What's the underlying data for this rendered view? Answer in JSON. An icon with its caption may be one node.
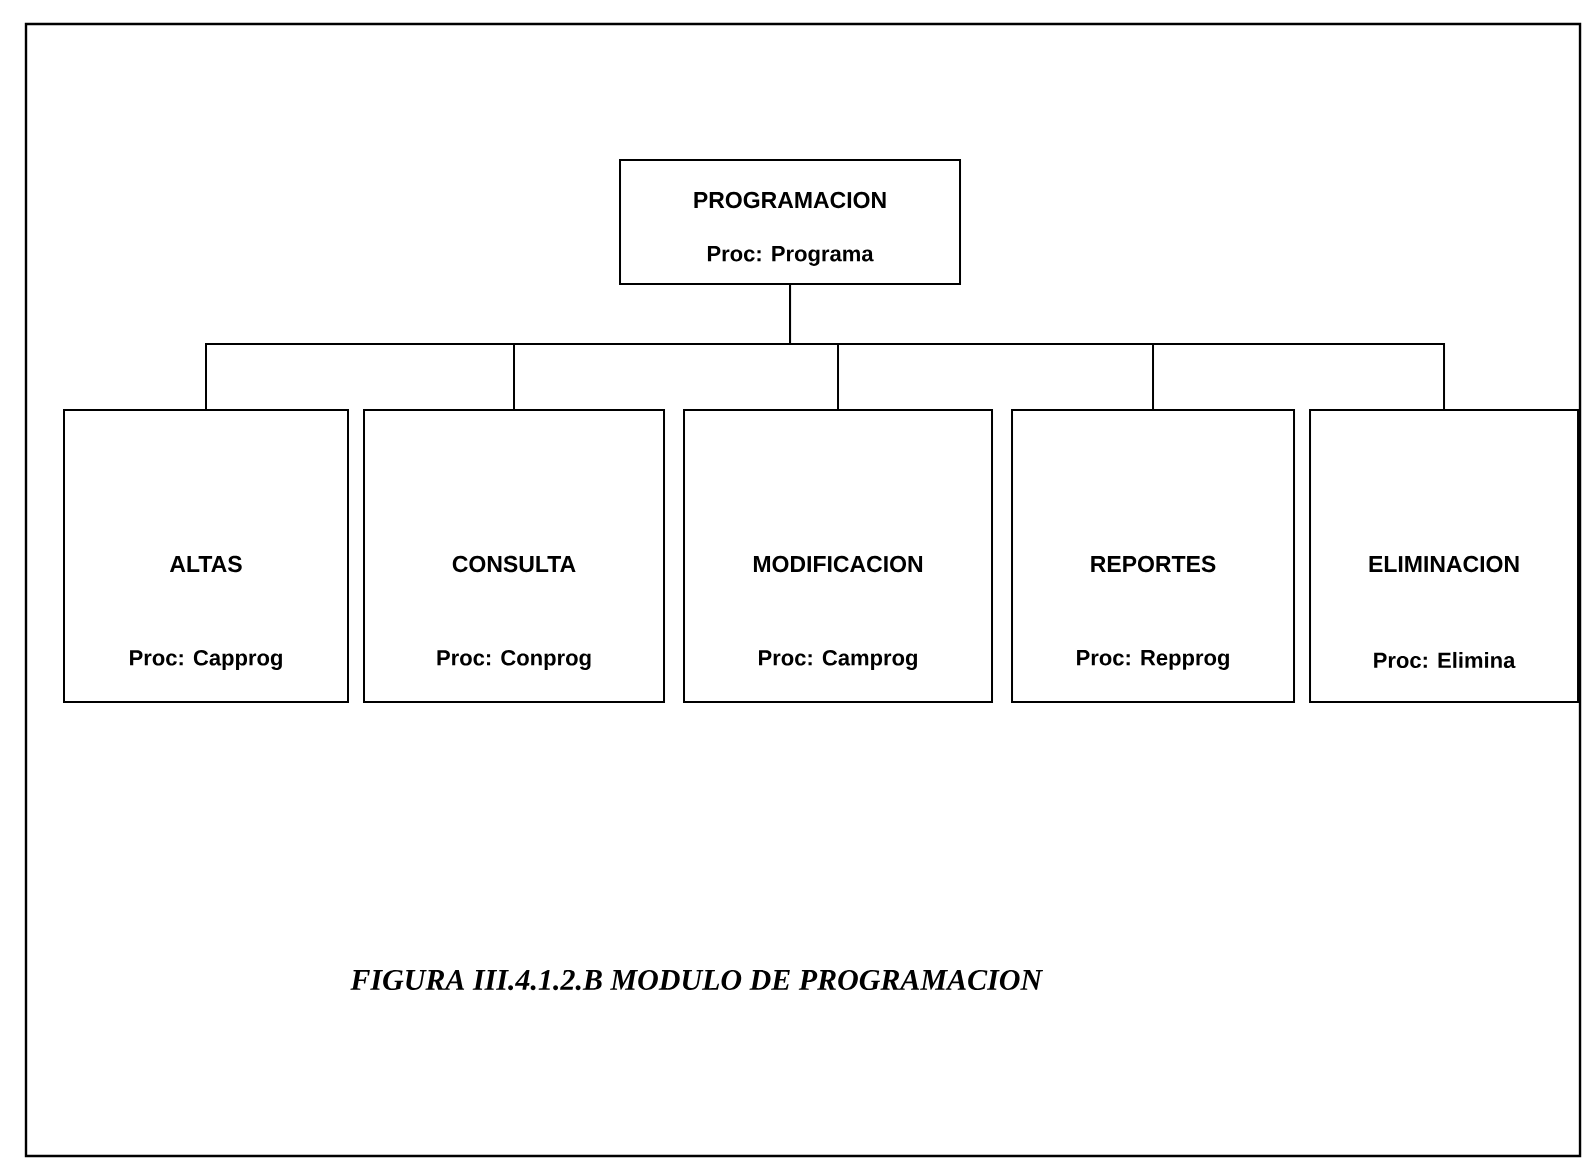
{
  "diagram": {
    "caption": "FIGURA III.4.1.2.B  MODULO DE PROGRAMACION",
    "nodes": [
      {
        "text": [
          "PROGRAMACION",
          "Proc: Programa"
        ]
      },
      {
        "text": [
          "ALTAS",
          "Proc: Capprog"
        ]
      },
      {
        "text": [
          "CONSULTA",
          "Proc: Conprog"
        ]
      },
      {
        "text": [
          "MODIFICACION",
          "Proc: Camprog"
        ]
      },
      {
        "text": [
          "REPORTES",
          "Proc: Repprog"
        ]
      },
      {
        "text": [
          "ELIMINACION",
          "Proc: Elimina"
        ]
      }
    ],
    "edges": [
      {
        "from": 0,
        "to": 1,
        "arrow": "none"
      },
      {
        "from": 0,
        "to": 2,
        "arrow": "none"
      },
      {
        "from": 0,
        "to": 3,
        "arrow": "none"
      },
      {
        "from": 0,
        "to": 4,
        "arrow": "none"
      },
      {
        "from": 0,
        "to": 5,
        "arrow": "none"
      }
    ]
  }
}
